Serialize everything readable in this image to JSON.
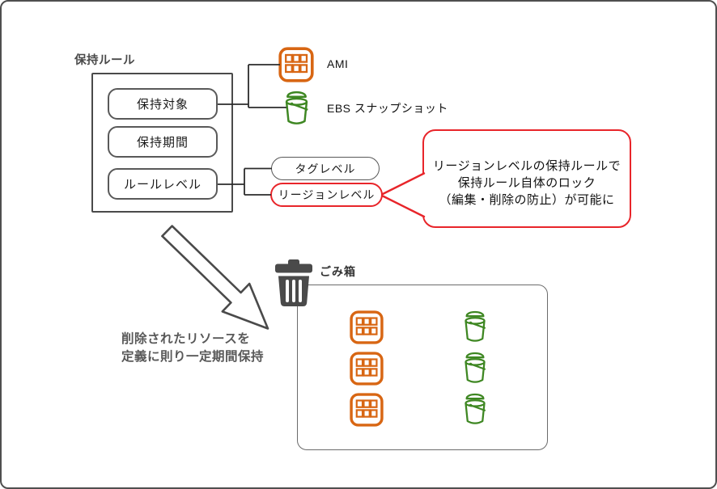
{
  "retention_rule": {
    "title": "保持ルール",
    "items": [
      {
        "label": "保持対象"
      },
      {
        "label": "保持期間"
      },
      {
        "label": "ルールレベル"
      }
    ]
  },
  "resources": [
    {
      "label": "AMI",
      "icon": "ami-icon",
      "color": "#D86613"
    },
    {
      "label": "EBS スナップショット",
      "icon": "ebs-snapshot-icon",
      "color": "#3E8722"
    }
  ],
  "rule_levels": [
    {
      "label": "タグレベル",
      "highlighted": false
    },
    {
      "label": "リージョンレベル",
      "highlighted": true
    }
  ],
  "callout": {
    "lines": [
      "リージョンレベルの保持ルールで",
      "保持ルール自体のロック",
      "（編集・削除の防止）が可能に"
    ]
  },
  "flow_note": {
    "lines": [
      "削除されたリソースを",
      "定義に則り一定期間保持"
    ]
  },
  "recycle_bin": {
    "title": "ごみ箱",
    "contents": {
      "ami_count": 3,
      "ebs_snapshot_count": 3
    }
  },
  "colors": {
    "ami_orange": "#D86613",
    "snapshot_green": "#3E8722",
    "highlight_red": "#E8252A",
    "line_dark": "#2b2b2b",
    "trash_gray": "#4a4a4a"
  }
}
